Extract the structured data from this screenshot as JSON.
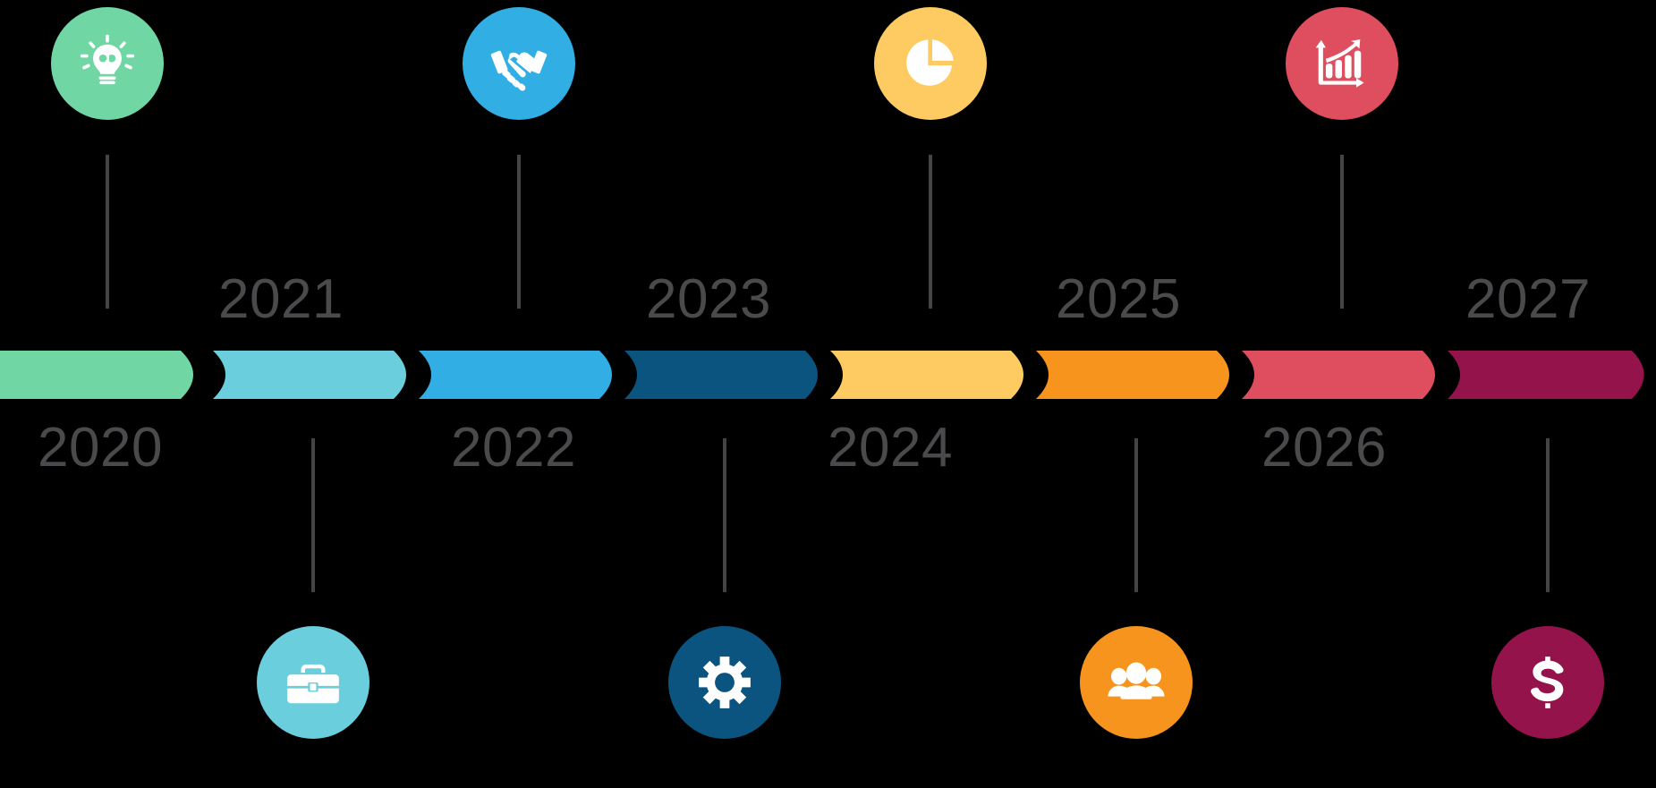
{
  "chart_data": {
    "type": "timeline",
    "title": "",
    "orientation": "horizontal",
    "segment_count": 8,
    "year_range": [
      2020,
      2027
    ],
    "categories": [
      "2020",
      "2021",
      "2022",
      "2023",
      "2024",
      "2025",
      "2026",
      "2027"
    ],
    "segment_colors": [
      "#6FD6A4",
      "#6ACEDC",
      "#31AEE4",
      "#0B5480",
      "#FDCB61",
      "#F7941E",
      "#DF4E5E",
      "#94134A"
    ],
    "milestones": [
      {
        "year": "2020",
        "icon": "lightbulb-icon",
        "position": "above",
        "color": "#6FD6A4"
      },
      {
        "year": "2021",
        "icon": "briefcase-icon",
        "position": "below",
        "color": "#6ACEDC"
      },
      {
        "year": "2022",
        "icon": "handshake-icon",
        "position": "above",
        "color": "#31AEE4"
      },
      {
        "year": "2023",
        "icon": "gear-icon",
        "position": "below",
        "color": "#0B5480"
      },
      {
        "year": "2024",
        "icon": "pie-chart-icon",
        "position": "above",
        "color": "#FDCB61"
      },
      {
        "year": "2025",
        "icon": "people-group-icon",
        "position": "below",
        "color": "#F7941E"
      },
      {
        "year": "2026",
        "icon": "bar-chart-growth-icon",
        "position": "above",
        "color": "#DF4E5E"
      },
      {
        "year": "2027",
        "icon": "dollar-sign-icon",
        "position": "below",
        "color": "#94134A"
      }
    ],
    "label_color": "#4a4a4d",
    "stem_color": "#444447",
    "background": "#000000",
    "icon_glyph_color": "#FFFFFF"
  },
  "timeline": {
    "segments": [
      {
        "id": "seg-2020",
        "label": "2020",
        "color": "#6FD6A4"
      },
      {
        "id": "seg-2021",
        "label": "2021",
        "color": "#6ACEDC"
      },
      {
        "id": "seg-2022",
        "label": "2022",
        "color": "#31AEE4"
      },
      {
        "id": "seg-2023",
        "label": "2023",
        "color": "#0B5480"
      },
      {
        "id": "seg-2024",
        "label": "2024",
        "color": "#FDCB61"
      },
      {
        "id": "seg-2025",
        "label": "2025",
        "color": "#F7941E"
      },
      {
        "id": "seg-2026",
        "label": "2026",
        "color": "#DF4E5E"
      },
      {
        "id": "seg-2027",
        "label": "2027",
        "color": "#94134A"
      }
    ],
    "years": {
      "y2020": "2020",
      "y2021": "2021",
      "y2022": "2022",
      "y2023": "2023",
      "y2024": "2024",
      "y2025": "2025",
      "y2026": "2026",
      "y2027": "2027"
    },
    "icons": {
      "i2020": "lightbulb-icon",
      "i2021": "briefcase-icon",
      "i2022": "handshake-icon",
      "i2023": "gear-icon",
      "i2024": "pie-chart-icon",
      "i2025": "people-group-icon",
      "i2026": "bar-chart-growth-icon",
      "i2027": "dollar-sign-icon"
    }
  }
}
